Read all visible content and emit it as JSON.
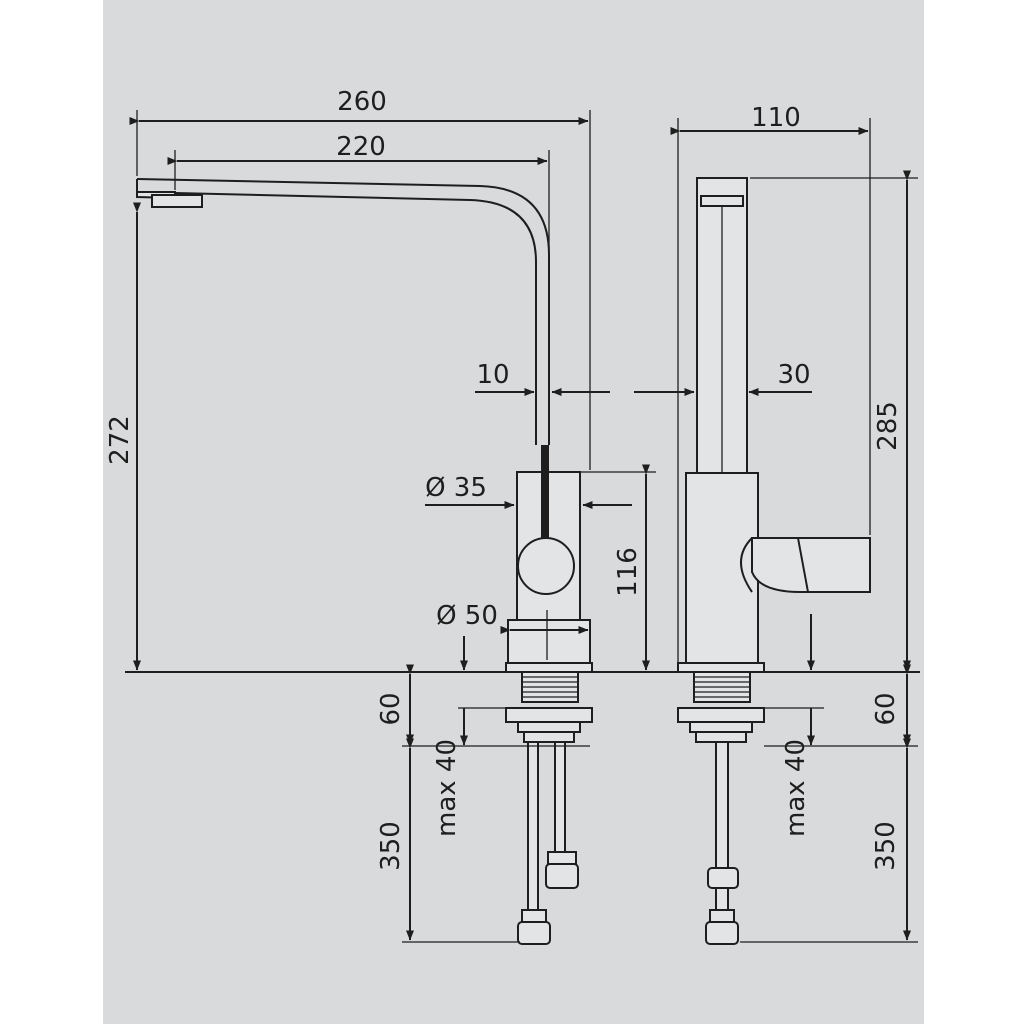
{
  "diagram": {
    "labels": {
      "total_reach": "260",
      "spout_reach": "220",
      "side_width": "110",
      "spout_height": "272",
      "total_height": "285",
      "spout_tube": "10",
      "side_tube": "30",
      "body_diameter": "Ø 35",
      "body_height": "116",
      "base_diameter": "Ø 50",
      "shank_left": "60",
      "shank_right": "60",
      "max_left": "max 40",
      "max_right": "max 40",
      "hose_left": "350",
      "hose_right": "350"
    },
    "colors": {
      "panel": "#d9dadb",
      "line": "#1e1e1e"
    }
  }
}
